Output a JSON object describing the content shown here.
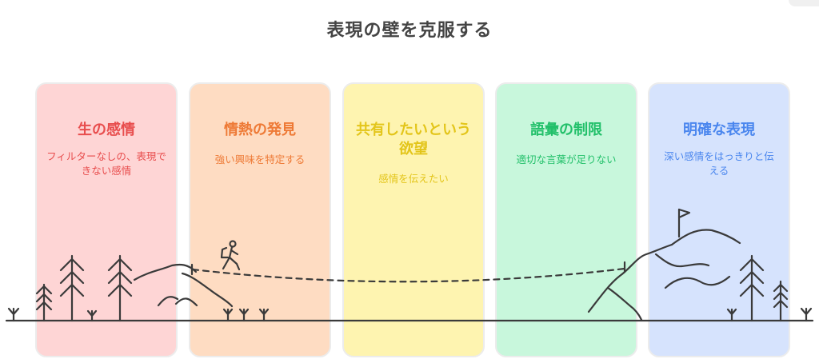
{
  "title": "表現の壁を克服する",
  "stages": [
    {
      "title": "生の感情",
      "desc": "フィルターなしの、表現できない感情",
      "color": "#e84d4d"
    },
    {
      "title": "情熱の発見",
      "desc": "強い興味を特定する",
      "color": "#ee7a36"
    },
    {
      "title": "共有したいという欲望",
      "desc": "感情を伝えたい",
      "color": "#e3c51a"
    },
    {
      "title": "語彙の制限",
      "desc": "適切な言葉が足りない",
      "color": "#22c06a"
    },
    {
      "title": "明確な表現",
      "desc": "深い感情をはっきりと伝える",
      "color": "#4a86ee"
    }
  ]
}
